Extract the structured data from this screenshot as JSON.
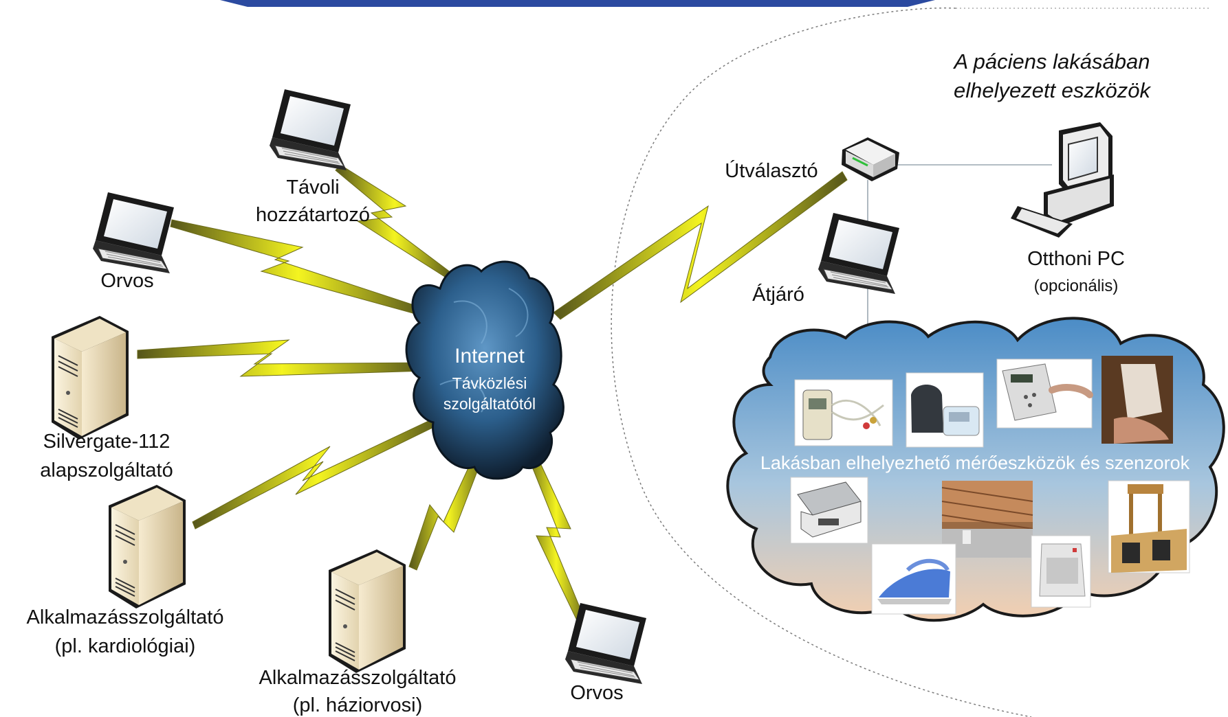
{
  "home_caption": {
    "line1": "A páciens lakásában",
    "line2": "elhelyezett eszközök"
  },
  "internet": {
    "title": "Internet",
    "line1": "Távközlési",
    "line2": "szolgáltatótól"
  },
  "nodes": {
    "remote_relative": {
      "line1": "Távoli",
      "line2": "hozzátartozó"
    },
    "doctor_top": {
      "label": "Orvos"
    },
    "silvergate": {
      "line1": "Silvergate-112",
      "line2": "alapszolgáltató"
    },
    "app_cardio": {
      "line1": "Alkalmazásszolgáltató",
      "line2": "(pl. kardiológiai)"
    },
    "app_gp": {
      "line1": "Alkalmazásszolgáltató",
      "line2": "(pl. háziorvosi)"
    },
    "doctor_bottom": {
      "label": "Orvos"
    },
    "router": {
      "label": "Útválasztó"
    },
    "gateway": {
      "label": "Átjáró"
    },
    "home_pc": {
      "line1": "Otthoni PC",
      "line2": "(opcionális)"
    }
  },
  "sensors_caption": "Lakásban elhelyezhető mérőeszközök és szenzorok",
  "colors": {
    "banner": "#2b4aa0",
    "bolt_fill": "#f2f21a",
    "bolt_dark": "#4a4a10",
    "cloud_dark": "#1d3d5c",
    "sky_top": "#4f8fc4",
    "sky_bottom": "#f3d2b8"
  }
}
